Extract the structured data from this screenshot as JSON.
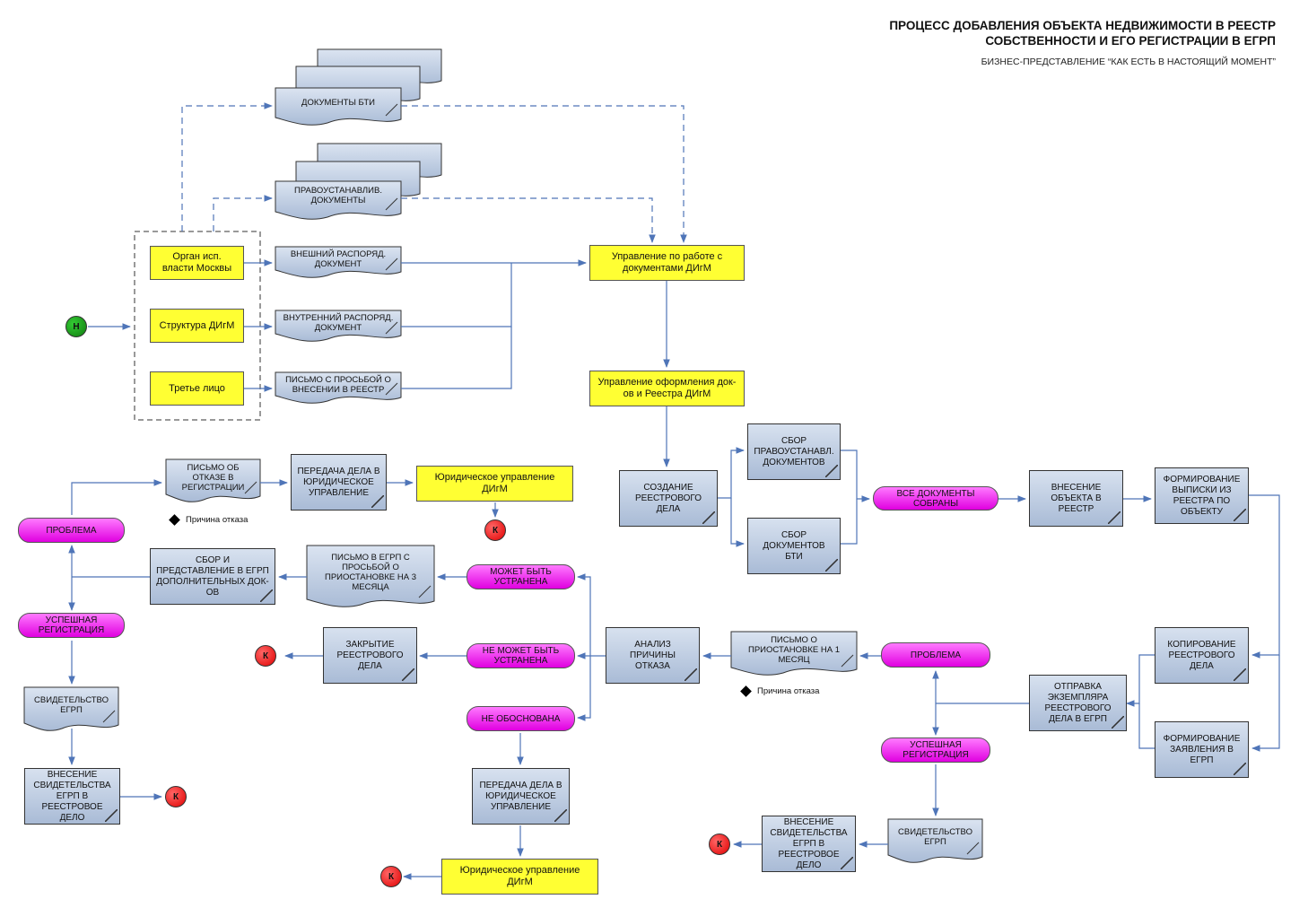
{
  "header": {
    "title_line1": "ПРОЦЕСС ДОБАВЛЕНИЯ ОБЪЕКТА НЕДВИЖИМОСТИ В РЕЕСТР",
    "title_line2": "СОБСТВЕННОСТИ И ЕГО РЕГИСТРАЦИИ В ЕГРП",
    "subtitle": "БИЗНЕС-ПРЕДСТАВЛЕНИЕ “КАК ЕСТЬ В НАСТОЯЩИЙ МОМЕНТ”"
  },
  "terminals": {
    "start": "Н",
    "end": "К"
  },
  "documents": {
    "bti": "ДОКУМЕНТЫ БТИ",
    "pravo": "ПРАВОУСТАНАВЛИВ. ДОКУМЕНТЫ",
    "vneshniy": "ВНЕШНИЙ РАСПОРЯД. ДОКУМЕНТ",
    "vnutrenniy": "ВНУТРЕННИЙ РАСПОРЯД. ДОКУМЕНТ",
    "pismo_reestr": "ПИСЬМО С ПРОСЬБОЙ О ВНЕСЕНИИ В РЕЕСТР",
    "pismo_otkaz": "ПИСЬМО ОБ ОТКАЗЕ В РЕГИСТРАЦИИ",
    "pismo_3m": "ПИСЬМО В ЕГРП С ПРОСЬБОЙ О ПРИОСТАНОВКЕ НА 3 МЕСЯЦА",
    "pismo_1m": "ПИСЬМО О ПРИОСТАНОВКЕ НА 1 МЕСЯЦ",
    "svid_left": "СВИДЕТЕЛЬСТВО ЕГРП",
    "svid_right": "СВИДЕТЕЛЬСТВО ЕГРП"
  },
  "orgs": {
    "organ": "Орган исп. власти Москвы",
    "struktura": "Структура ДИгМ",
    "trete": "Третье лицо",
    "upr_dok": "Управление по работе с документами ДИгМ",
    "upr_oform": "Управление оформления док-ов и Реестра ДИгМ",
    "yur_top": "Юридическое управление ДИгМ",
    "yur_bottom": "Юридическое управление ДИгМ"
  },
  "processes": {
    "sozdanie": "СОЗДАНИЕ РЕЕСТРОВОГО ДЕЛА",
    "sbor_pravo": "СБОР ПРАВОУСТАНАВЛ. ДОКУМЕНТОВ",
    "sbor_bti": "СБОР ДОКУМЕНТОВ БТИ",
    "vnesenie_obj": "ВНЕСЕНИЕ ОБЪЕКТА В РЕЕСТР",
    "vypiska": "ФОРМИРОВАНИЕ ВЫПИСКИ ИЗ РЕЕСТРА ПО ОБЪЕКТУ",
    "kopirovanie": "КОПИРОВАНИЕ РЕЕСТРОВОГО ДЕЛА",
    "zayavlenie": "ФОРМИРОВАНИЕ ЗАЯВЛЕНИЯ В ЕГРП",
    "otpravka": "ОТПРАВКА ЭКЗЕМПЛЯРА РЕЕСТРОВОГО ДЕЛА В ЕГРП",
    "analiz": "АНАЛИЗ ПРИЧИНЫ ОТКАЗА",
    "zakrytie": "ЗАКРЫТИЕ РЕЕСТРОВОГО ДЕЛА",
    "sbor_dop": "СБОР И ПРЕДСТАВЛЕНИЕ В ЕГРП ДОПОЛНИТЕЛЬНЫХ ДОК-ОВ",
    "peredacha_top": "ПЕРЕДАЧА ДЕЛА В ЮРИДИЧЕСКОЕ УПРАВЛЕНИЕ",
    "peredacha_bottom": "ПЕРЕДАЧА ДЕЛА В ЮРИДИЧЕСКОЕ УПРАВЛЕНИЕ",
    "vnesenie_svid_left": "ВНЕСЕНИЕ СВИДЕТЕЛЬСТВА ЕГРП В РЕЕСТРОВОЕ ДЕЛО",
    "vnesenie_svid_right": "ВНЕСЕНИЕ СВИДЕТЕЛЬСТВА ЕГРП В РЕЕСТРОВОЕ ДЕЛО"
  },
  "states": {
    "vse_sobrany": "ВСЕ ДОКУМЕНТЫ СОБРАНЫ",
    "problema_right": "ПРОБЛЕМА",
    "uspeshnaya_right": "УСПЕШНАЯ РЕГИСТРАЦИЯ",
    "mozhet": "МОЖЕТ БЫТЬ УСТРАНЕНА",
    "ne_mozhet": "НЕ МОЖЕТ БЫТЬ УСТРАНЕНА",
    "ne_obosnovana": "НЕ ОБОСНОВАНА",
    "problema_left": "ПРОБЛЕМА",
    "uspeshnaya_left": "УСПЕШНАЯ РЕГИСТРАЦИЯ"
  },
  "notes": {
    "prichina_1": "Причина отказа",
    "prichina_2": "Причина отказа"
  }
}
